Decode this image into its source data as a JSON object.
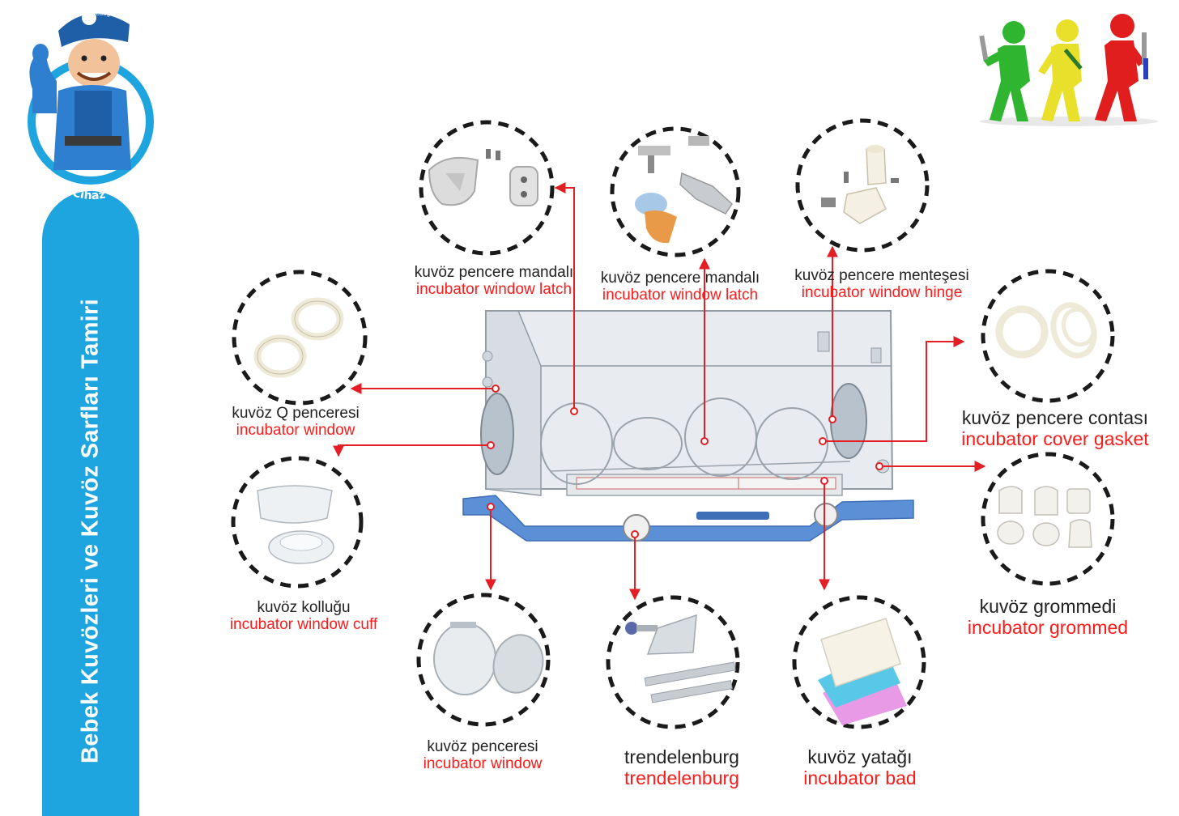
{
  "brand": {
    "logo_text": "pulcuoglu",
    "badge_text": "Tıbbi Cihaz Tamiri",
    "sidebar_title": "Bebek Kuvözleri ve Kuvöz Sarfları Tamiri"
  },
  "parts": [
    {
      "id": "latch-1",
      "tr": "kuvöz pencere mandalı",
      "en": "incubator window latch"
    },
    {
      "id": "latch-2",
      "tr": "kuvöz pencere mandalı",
      "en": "incubator window latch"
    },
    {
      "id": "hinge",
      "tr": "kuvöz pencere menteşesi",
      "en": "incubator window hinge"
    },
    {
      "id": "q-window",
      "tr": "kuvöz Q penceresi",
      "en": "incubator window"
    },
    {
      "id": "cover-gasket",
      "tr": "kuvöz pencere contası",
      "en": "incubator cover gasket"
    },
    {
      "id": "cuff",
      "tr": "kuvöz kolluğu",
      "en": "incubator window cuff"
    },
    {
      "id": "grommed",
      "tr": "kuvöz grommedi",
      "en": "incubator grommed"
    },
    {
      "id": "window",
      "tr": "kuvöz penceresi",
      "en": "incubator window"
    },
    {
      "id": "trendelenburg",
      "tr": "trendelenburg",
      "en": "trendelenburg"
    },
    {
      "id": "bed",
      "tr": "kuvöz yatağı",
      "en": "incubator bad"
    }
  ],
  "colors": {
    "accent": "#1ea4de",
    "arrow": "#e31e24",
    "incubator_base": "#5b8fd6",
    "label_en": "#ff1a1a"
  }
}
